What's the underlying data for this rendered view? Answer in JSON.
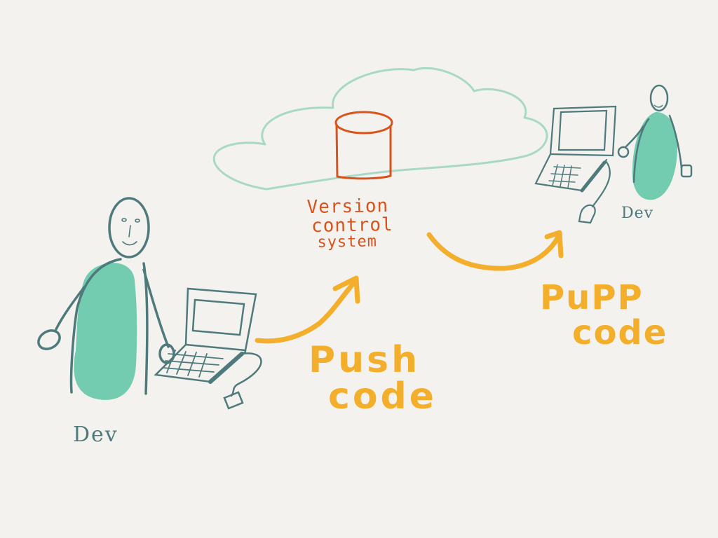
{
  "diagram": {
    "title": "",
    "background_color": "#f4f2ef",
    "colors": {
      "cloud": "#a9d9c6",
      "repository": "#d9531c",
      "people_outline": "#4e7a7c",
      "people_fill": "#5cc4a4",
      "arrows_and_actions": "#f3ae2c"
    },
    "nodes": [
      {
        "id": "cloud",
        "shape": "cloud",
        "label": ""
      },
      {
        "id": "vcs",
        "shape": "cylinder",
        "label": "Version control system"
      },
      {
        "id": "dev_left",
        "shape": "stick-figure-with-laptop",
        "label": "Dev"
      },
      {
        "id": "dev_right",
        "shape": "stick-figure-with-laptop",
        "label": "Dev"
      }
    ],
    "edges": [
      {
        "from": "dev_left",
        "to": "vcs",
        "label": "Push code"
      },
      {
        "from": "vcs",
        "to": "dev_right",
        "label": "Pupp code"
      }
    ]
  },
  "labels": {
    "vcs_line1": "Version",
    "vcs_line2": "control",
    "vcs_line3": "system",
    "push_line1": "Push",
    "push_line2": "code",
    "pull_line1": "PuPP",
    "pull_line2": "code",
    "dev_left": "Dev",
    "dev_right": "Dev"
  }
}
